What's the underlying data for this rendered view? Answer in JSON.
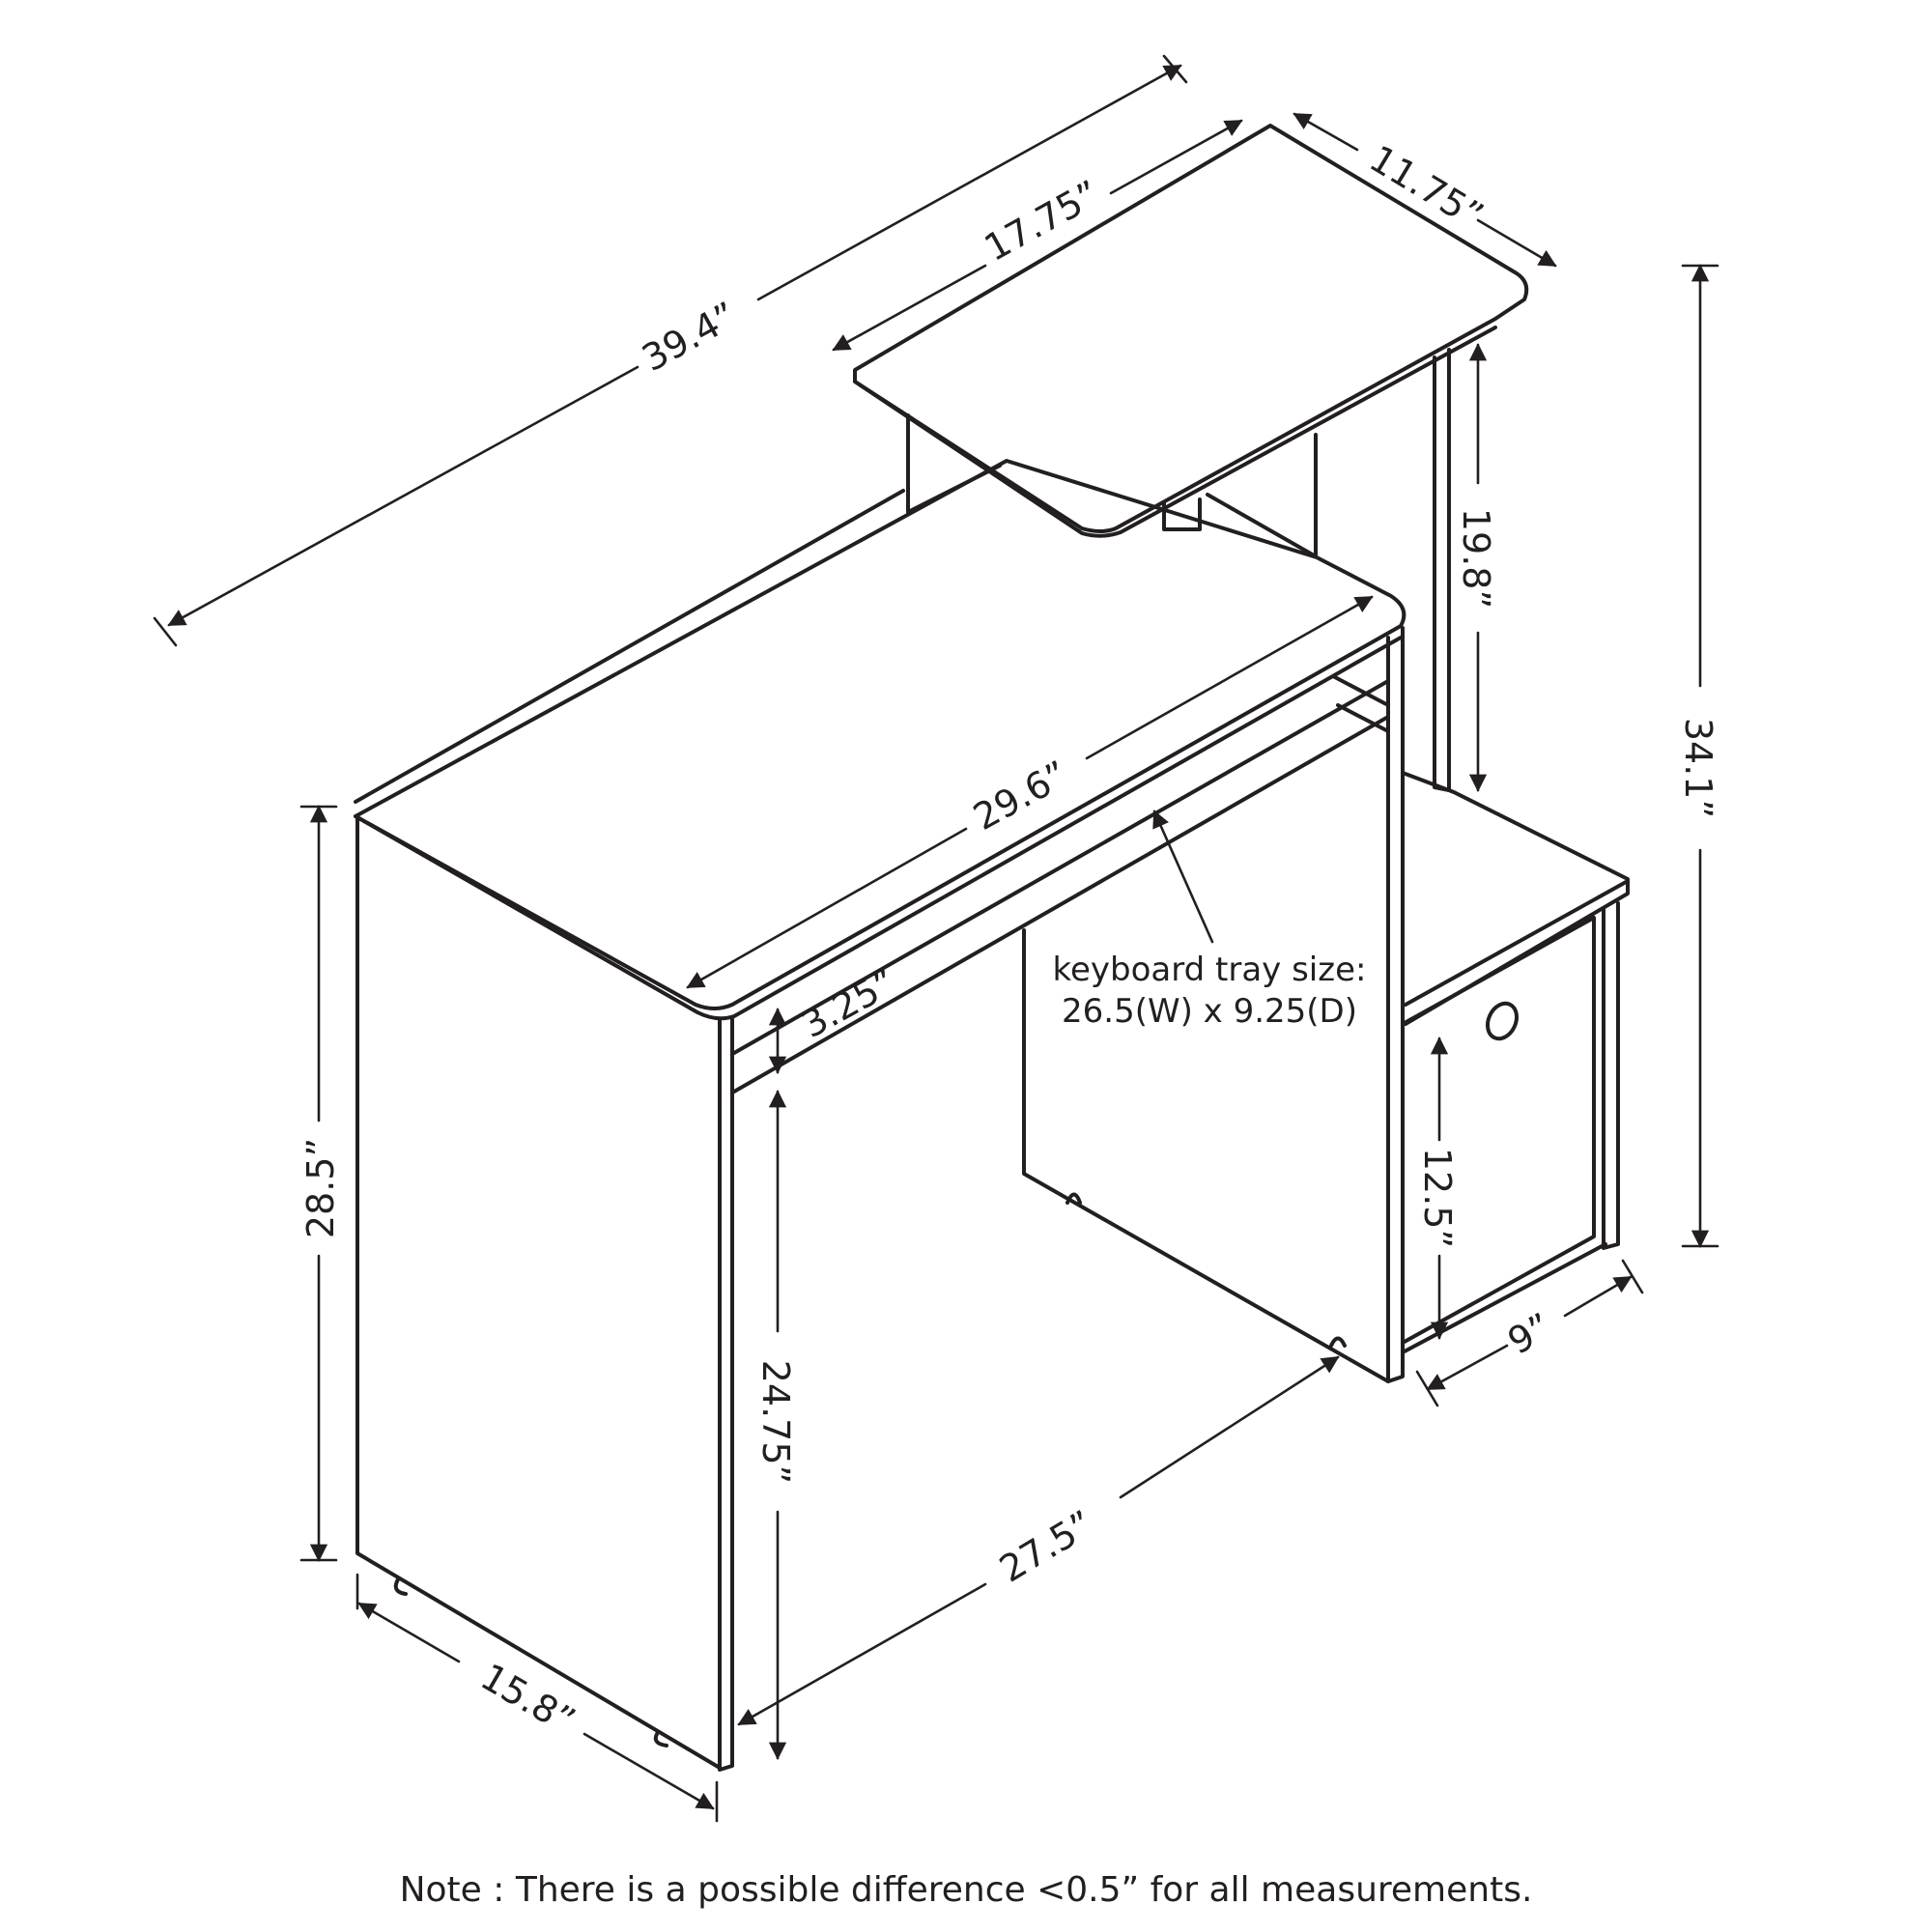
{
  "dimensions": {
    "overall_width": "39.4”",
    "top_shelf_width": "17.75”",
    "top_shelf_depth": "11.75”",
    "shelf_clearance": "19.8”",
    "overall_height": "34.1”",
    "desk_width": "29.6”",
    "apron_height": "3.25”",
    "desk_height": "28.5”",
    "knee_height": "24.75”",
    "knee_width": "27.5”",
    "depth": "15.8”",
    "cubby_height": "12.5”",
    "cubby_depth": "9”"
  },
  "keyboard_tray": {
    "line1": "keyboard tray size:",
    "line2": "26.5(W) x 9.25(D)"
  },
  "note": "Note : There is a possible difference <0.5” for all measurements."
}
